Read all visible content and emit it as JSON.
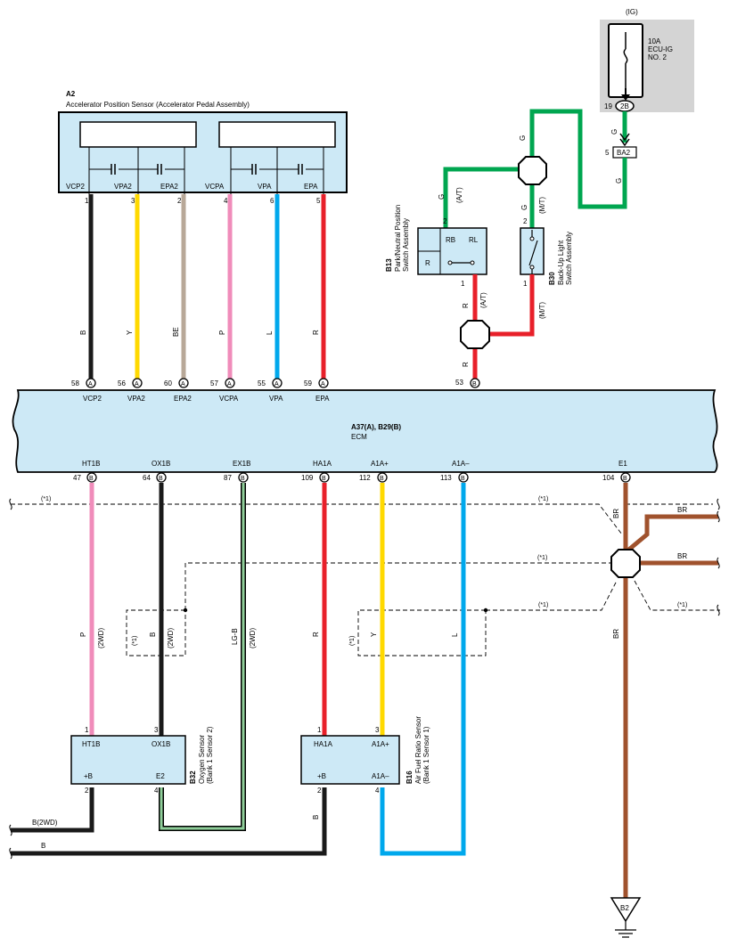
{
  "colors": {
    "black": "#1a1a1a",
    "yellow": "#ffd900",
    "beige": "#b8a898",
    "pink": "#f08cba",
    "blue": "#00a8ec",
    "red": "#e8202a",
    "green": "#00a650",
    "light_green": "#8fcf9a",
    "brown": "#a0522d",
    "component_fill": "#cde9f6",
    "fuse_fill": "#d4d4d4"
  },
  "fuse": {
    "ig_label": "(IG)",
    "rating": "10A",
    "name_line1": "ECU-IG",
    "name_line2": "NO. 2",
    "pin_number": "19",
    "pin_code": "2B"
  },
  "junction_ba2": {
    "pin": "5",
    "code": "BA2"
  },
  "a2": {
    "code": "A2",
    "name": "Accelerator Position Sensor (Accelerator Pedal Assembly)",
    "terminals": [
      {
        "label": "VCP2",
        "pin": "1",
        "wire": "B",
        "ecm_pin": "58",
        "conn": "A",
        "ecm_label": "VCP2"
      },
      {
        "label": "VPA2",
        "pin": "3",
        "wire": "Y",
        "ecm_pin": "56",
        "conn": "A",
        "ecm_label": "VPA2"
      },
      {
        "label": "EPA2",
        "pin": "2",
        "wire": "BE",
        "ecm_pin": "60",
        "conn": "A",
        "ecm_label": "EPA2"
      },
      {
        "label": "VCPA",
        "pin": "4",
        "wire": "P",
        "ecm_pin": "57",
        "conn": "A",
        "ecm_label": "VCPA"
      },
      {
        "label": "VPA",
        "pin": "6",
        "wire": "L",
        "ecm_pin": "55",
        "conn": "A",
        "ecm_label": "VPA"
      },
      {
        "label": "EPA",
        "pin": "5",
        "wire": "R",
        "ecm_pin": "59",
        "conn": "A",
        "ecm_label": "EPA"
      }
    ]
  },
  "b13": {
    "code": "B13",
    "name_line1": "Park/Neutral Position",
    "name_line2": "Switch Assembly",
    "t_rb": "RB",
    "t_rl": "RL",
    "t_r": "R",
    "pin_top": "2",
    "pin_bottom": "1",
    "wire_top": "G",
    "wire_top_note": "(A/T)",
    "wire_bottom": "R",
    "wire_bottom_note": "(A/T)"
  },
  "b30": {
    "code": "B30",
    "name_line1": "Back-Up Light",
    "name_line2": "Switch Assembly",
    "pin_top": "2",
    "pin_bottom": "1",
    "wire_top": "G",
    "wire_top_note": "(M/T)",
    "wire_bottom_note": "(M/T)"
  },
  "green_wire_labels": [
    "G",
    "G",
    "G"
  ],
  "r_wire": {
    "lower_label": "R",
    "ecm_pin": "53",
    "conn": "B",
    "ecm_label": "R"
  },
  "ecm": {
    "codes": "A37(A), B29(B)",
    "name": "ECM",
    "bottom_pins": [
      {
        "label": "HT1B",
        "pin": "47",
        "conn": "B"
      },
      {
        "label": "OX1B",
        "pin": "64",
        "conn": "B"
      },
      {
        "label": "EX1B",
        "pin": "87",
        "conn": "B"
      },
      {
        "label": "HA1A",
        "pin": "109",
        "conn": "B"
      },
      {
        "label": "A1A+",
        "pin": "112",
        "conn": "B"
      },
      {
        "label": "A1A–",
        "pin": "113",
        "conn": "B"
      },
      {
        "label": "E1",
        "pin": "104",
        "conn": "B"
      }
    ]
  },
  "note_star1": "(*1)",
  "wires_lower": {
    "p_label": "P",
    "p_note": "(2WD)",
    "b_label": "B",
    "b_note": "(2WD)",
    "lgb_label": "LG-B",
    "lgb_note": "(2WD)",
    "r_label": "R",
    "y_label": "Y",
    "l_label": "L",
    "br_label": "BR",
    "br_right1": "BR",
    "br_right2": "BR",
    "b_bottom_left1": "B(2WD)",
    "b_bottom_left2": "B",
    "b_vertical": "B"
  },
  "b32": {
    "code": "B32",
    "name_line1": "Oxygen Sensor",
    "name_line2": "(Bank 1 Sensor 2)",
    "t_ht1b": "HT1B",
    "t_ox1b": "OX1B",
    "t_plusb": "+B",
    "t_e2": "E2",
    "pin1": "1",
    "pin3": "3",
    "pin2": "2",
    "pin4": "4"
  },
  "b16": {
    "code": "B16",
    "name_line1": "Air Fuel Ratio Sensor",
    "name_line2": "(Bank 1 Sensor 1)",
    "t_ha1a": "HA1A",
    "t_a1aplus": "A1A+",
    "t_plusb": "+B",
    "t_a1aminus": "A1A–",
    "pin1": "1",
    "pin3": "3",
    "pin2": "2",
    "pin4": "4"
  },
  "ground": {
    "code": "B2"
  }
}
